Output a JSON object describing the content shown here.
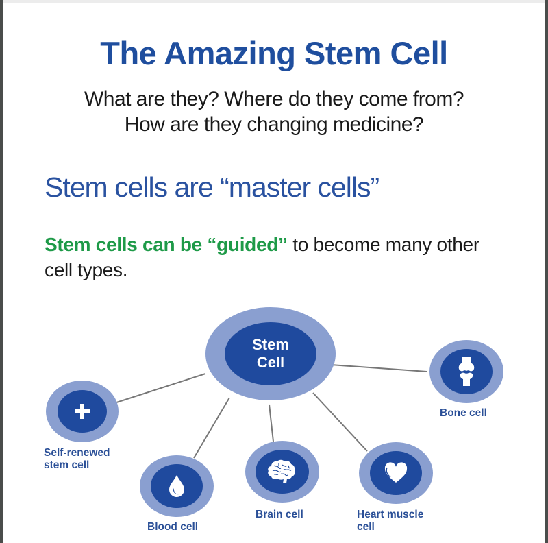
{
  "header": {
    "title": "The Amazing Stem Cell",
    "subtitle_line1": "What are they? Where do they come from?",
    "subtitle_line2": "How are they changing medicine?"
  },
  "section": {
    "heading": "Stem cells are “master cells”",
    "intro_highlight": "Stem cells can be “guided”",
    "intro_rest": " to become many other cell types."
  },
  "colors": {
    "title_blue": "#1f4e9e",
    "highlight_green": "#1e9a48",
    "node_outer": "#8a9fd0",
    "node_inner": "#1f4a9e",
    "connector": "#777777"
  },
  "diagram": {
    "center": {
      "line1": "Stem",
      "line2": "Cell"
    },
    "nodes": [
      {
        "id": "bone",
        "label": "Bone cell",
        "icon": "bone-joint-icon"
      },
      {
        "id": "self-renewed",
        "label_line1": "Self-renewed",
        "label_line2": "stem cell",
        "icon": "plus-icon"
      },
      {
        "id": "blood",
        "label": "Blood cell",
        "icon": "blood-drop-icon"
      },
      {
        "id": "brain",
        "label": "Brain cell",
        "icon": "brain-icon"
      },
      {
        "id": "heart",
        "label_line1": "Heart muscle",
        "label_line2": "cell",
        "icon": "heart-icon"
      }
    ]
  }
}
